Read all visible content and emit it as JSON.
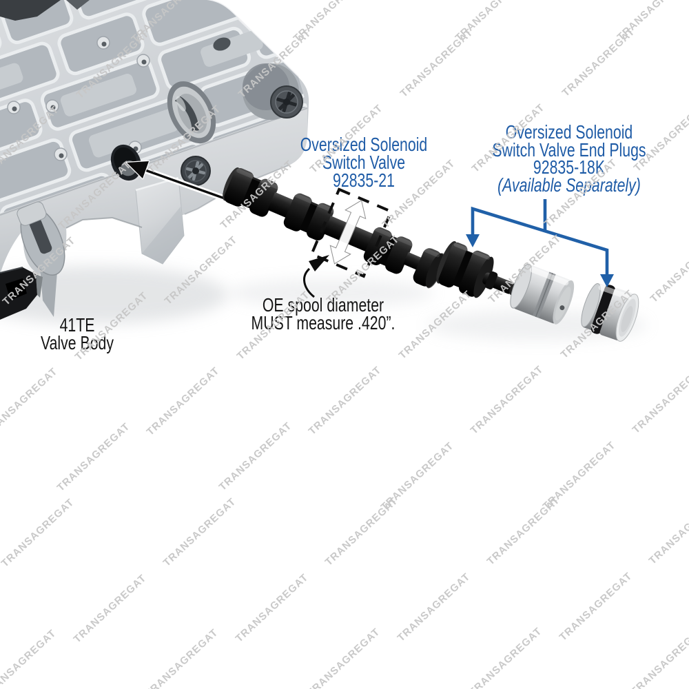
{
  "watermark": {
    "text": "TRANSAGREGAT",
    "color": "#c7c7c7"
  },
  "colors": {
    "label_blue": "#1e5ba6",
    "callout_blue": "#2060a8",
    "text_black": "#151515"
  },
  "labels": {
    "switch_valve": {
      "line1": "Oversized Solenoid",
      "line2": "Switch Valve",
      "line3": "92835-21"
    },
    "end_plugs": {
      "line1": "Oversized Solenoid",
      "line2": "Switch Valve End Plugs",
      "line3": "92835-18K",
      "line4": "(Available Separately)"
    },
    "measurement": {
      "line1": "OE spool diameter",
      "line2": "MUST measure .420”."
    },
    "valve_body": {
      "line1": "41TE",
      "line2": "Valve Body"
    }
  }
}
